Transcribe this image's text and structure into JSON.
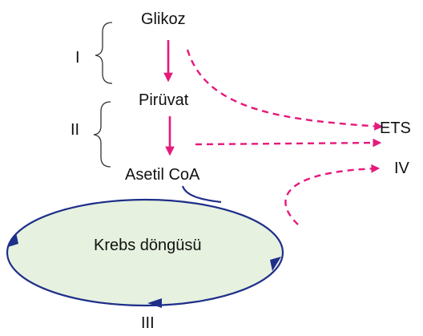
{
  "labels": {
    "glucose": "Glikoz",
    "pyruvate": "Pirüvat",
    "acetyl_coa": "Asetil CoA",
    "krebs_cycle": "Krebs döngüsü",
    "ets": "ETS",
    "stage_1": "I",
    "stage_2": "II",
    "stage_3": "III",
    "stage_4": "IV"
  },
  "colors": {
    "arrow_pink": "#e5197c",
    "cycle_stroke": "#1f2f8a",
    "cycle_fill": "#e6f2df",
    "brace_gray": "#333333"
  }
}
